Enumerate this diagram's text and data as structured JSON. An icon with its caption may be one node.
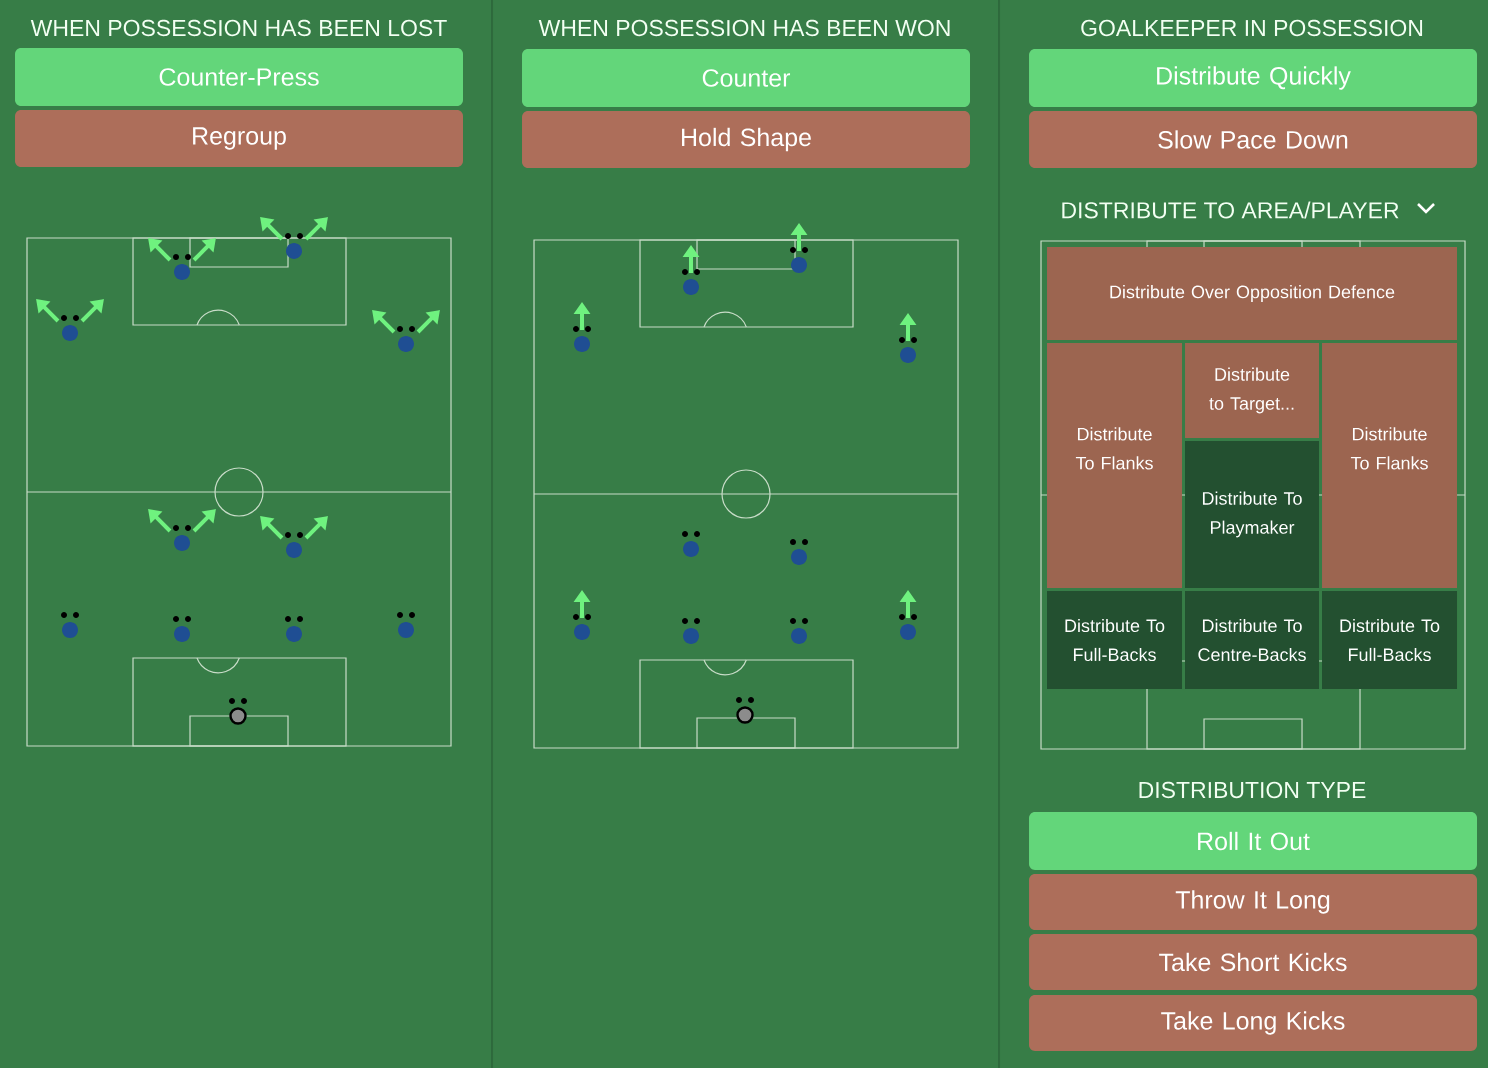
{
  "diagram": {
    "nodes": [
      {
        "text": [
          "Counter-Press"
        ]
      },
      {
        "text": [
          "Regroup"
        ]
      },
      {
        "text": [
          "Counter"
        ]
      },
      {
        "text": [
          "Hold Shape"
        ]
      },
      {
        "text": [
          "Distribute Quickly"
        ]
      },
      {
        "text": [
          "Slow Pace Down"
        ]
      },
      {
        "text": [
          "Distribute Over Opposition Defence"
        ]
      },
      {
        "text": [
          "Distribute To Flanks"
        ]
      },
      {
        "text": [
          "Distribute to Target..."
        ]
      },
      {
        "text": [
          "Distribute To Flanks"
        ]
      },
      {
        "text": [
          "Distribute To Playmaker"
        ]
      },
      {
        "text": [
          "Distribute To Full-Backs"
        ]
      },
      {
        "text": [
          "Distribute To Centre-Backs"
        ]
      },
      {
        "text": [
          "Distribute To Full-Backs"
        ]
      },
      {
        "text": [
          "Roll It Out"
        ]
      },
      {
        "text": [
          "Throw It Long"
        ]
      },
      {
        "text": [
          "Take Short Kicks"
        ]
      },
      {
        "text": [
          "Take Long Kicks"
        ]
      }
    ],
    "labels": [
      "WHEN POSSESSION HAS BEEN LOST",
      "WHEN POSSESSION HAS BEEN WON",
      "GOALKEEPER IN POSSESSION",
      "DISTRIBUTE TO AREA/PLAYER",
      "DISTRIBUTION TYPE"
    ]
  }
}
